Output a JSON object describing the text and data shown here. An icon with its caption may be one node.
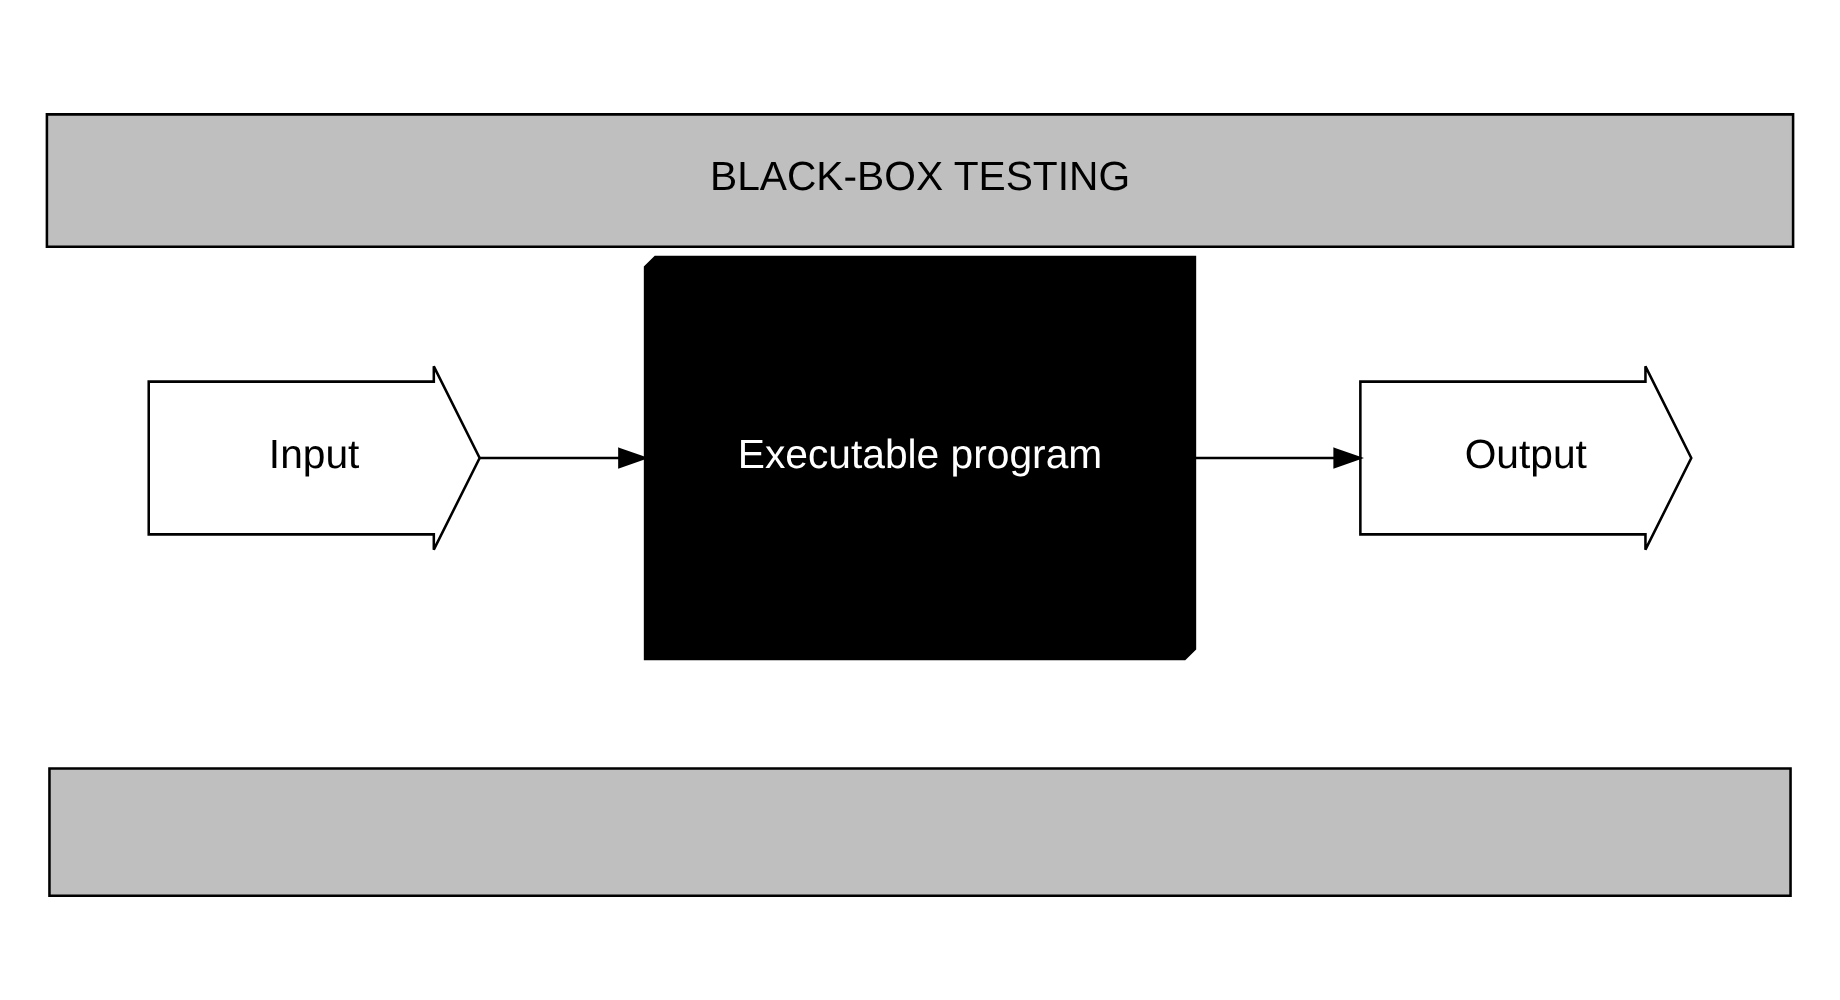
{
  "diagram": {
    "title": "BLACK-BOX TESTING",
    "nodes": [
      {
        "text": [
          "Input"
        ]
      },
      {
        "text": [
          "Executable program"
        ]
      },
      {
        "text": [
          "Output"
        ]
      },
      {
        "text": [],
        "shape": "bar"
      }
    ],
    "edges": [
      {
        "from": 0,
        "to": 1,
        "arrow": "to"
      },
      {
        "from": 1,
        "to": 2,
        "arrow": "to"
      }
    ]
  }
}
